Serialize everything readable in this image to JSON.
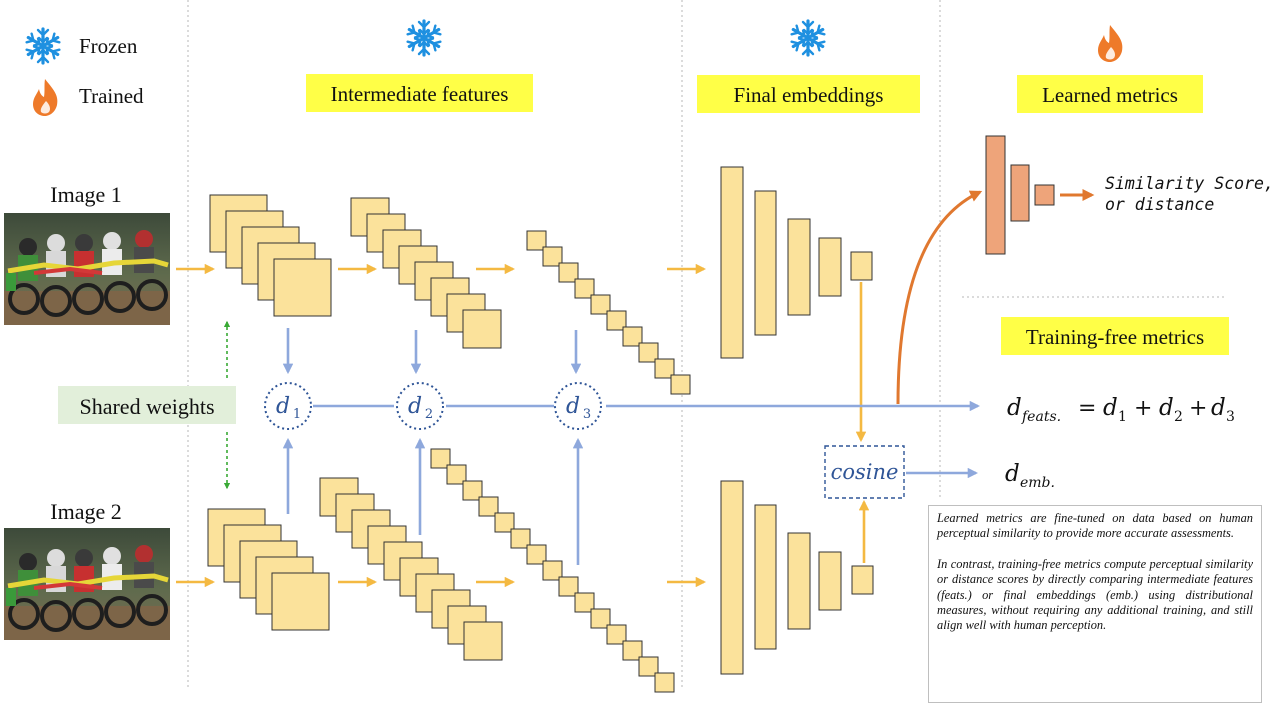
{
  "legend": {
    "frozen_label": "Frozen",
    "trained_label": "Trained",
    "frozen_icon": "snowflake-icon",
    "trained_icon": "flame-icon"
  },
  "section_labels": {
    "intermediate": "Intermediate features",
    "final": "Final embeddings",
    "learned": "Learned metrics",
    "training_free": "Training-free metrics"
  },
  "images": {
    "image1_label": "Image 1",
    "image2_label": "Image 2"
  },
  "shared_weights": "Shared weights",
  "distances": {
    "d1": {
      "base": "d",
      "sub": "1"
    },
    "d2": {
      "base": "d",
      "sub": "2"
    },
    "d3": {
      "base": "d",
      "sub": "3"
    }
  },
  "cosine_label": "cosine",
  "similarity_output": {
    "line1": "Similarity Score,",
    "line2": "or distance"
  },
  "formula_feats": {
    "lhs_base": "d",
    "lhs_sub": "feats.",
    "rhs": [
      {
        "base": "d",
        "sub": "1"
      },
      {
        "base": "d",
        "sub": "2"
      },
      {
        "base": "d",
        "sub": "3"
      }
    ],
    "equals": "=",
    "plus": "+"
  },
  "formula_emb": {
    "base": "d",
    "sub": "emb."
  },
  "note": {
    "p1": "Learned metrics are fine-tuned on data based on human perceptual similarity to provide more accurate assessments.",
    "p2": "In contrast, training-free metrics compute perceptual similarity or distance scores by directly comparing intermediate features (feats.) or final embeddings (emb.) using distributional measures, without requiring any additional training, and still align well with human perception."
  },
  "colors": {
    "feature_fill": "#fbe29b",
    "feature_stroke": "#333333",
    "learned_fill": "#eea47a",
    "highlight_yellow": "#ffff47",
    "shared_green": "#e2efda",
    "flow_arrow": "#f4b942",
    "distance_arrow": "#8ea8dc",
    "distance_text": "#2f5597",
    "trained_arrow": "#e0782f",
    "shared_arrow": "#3aaa35",
    "snowflake": "#1e90e0",
    "flame": "#ee7a2a"
  }
}
